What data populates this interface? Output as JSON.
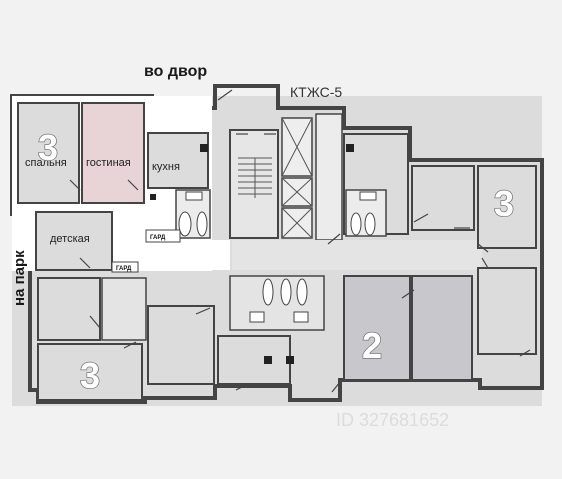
{
  "orientation": {
    "courtyard": "во двор",
    "park": "на парк"
  },
  "building_type": "КТЖС-5",
  "rooms": {
    "bedroom": "спальня",
    "living_room": "гостиная",
    "kitchen": "кухня",
    "kids_room": "детская",
    "wardrobe_1": "ГАРД",
    "wardrobe_2": "ГАРД"
  },
  "apartment_counts": {
    "top_left": "3",
    "top_right": "3",
    "bottom_left": "3",
    "bottom_right": "2"
  },
  "watermark": "ID 327681652",
  "colors": {
    "wall": "#444444",
    "floor": "#dcdcdc",
    "highlight_room": "#e8d3d6",
    "selected_apartment_bg": "#ffffff",
    "dark_apartment": "#c8c8cc"
  }
}
